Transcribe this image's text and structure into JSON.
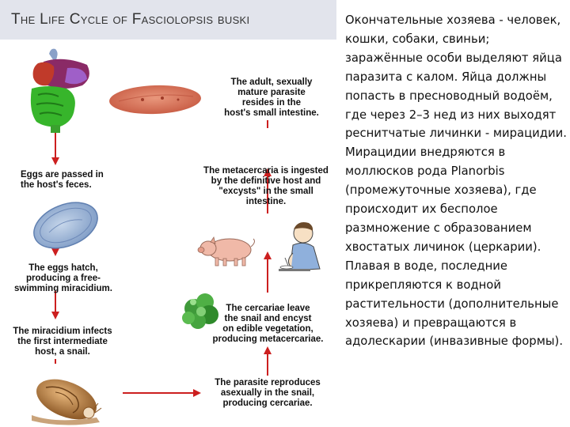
{
  "title": "The Life Cycle of Fasciolopsis buski",
  "captions": {
    "adult": "The adult, sexually\nmature parasite\nresides in the\nhost's small intestine.",
    "eggs_passed": "Eggs are passed in\nthe host's feces.",
    "metacercaria_ingested": "The metacercaria is ingested\nby the definitive host and\n\"excysts\" in the small\nintestine.",
    "eggs_hatch": "The eggs hatch,\nproducing a free-\nswimming miracidium.",
    "miracidium_infects": "The miracidium infects\nthe first intermediate\nhost, a snail.",
    "cercariae_leave": "The cercariae leave\nthe snail and encyst\non edible vegetation,\nproducing metacercariae.",
    "parasite_reproduces": "The parasite reproduces\nasexually in the snail,\nproducing cercariae."
  },
  "description": {
    "p1": "Окончательные хозяева - человек, кошки, собаки, свиньи; заражённые особи выделяют яйца паразита с калом. Яйца должны попасть в пресноводный водоём, где через 2–3 нед из них выходят реснитчатые личинки - мирацидии.",
    "p2": "Мирацидии внедряются в моллюсков рода Planorbis (промежуточные хозяева), где происходит их бесполое размножение с образованием хвостатых личинок (церкарии). Плавая в воде, последние прикрепляются к водной растительности (дополнительные хозяева) и превращаются в адолескарии (инвазивные формы)."
  },
  "colors": {
    "arrow": "#cc1f1f",
    "title_bg": "#e2e4ec",
    "worm": "#d8735a",
    "egg": "#9fb8d8",
    "vegetation": "#3f9a3a",
    "snail": "#b37a3e",
    "pig": "#f0b9a8"
  }
}
